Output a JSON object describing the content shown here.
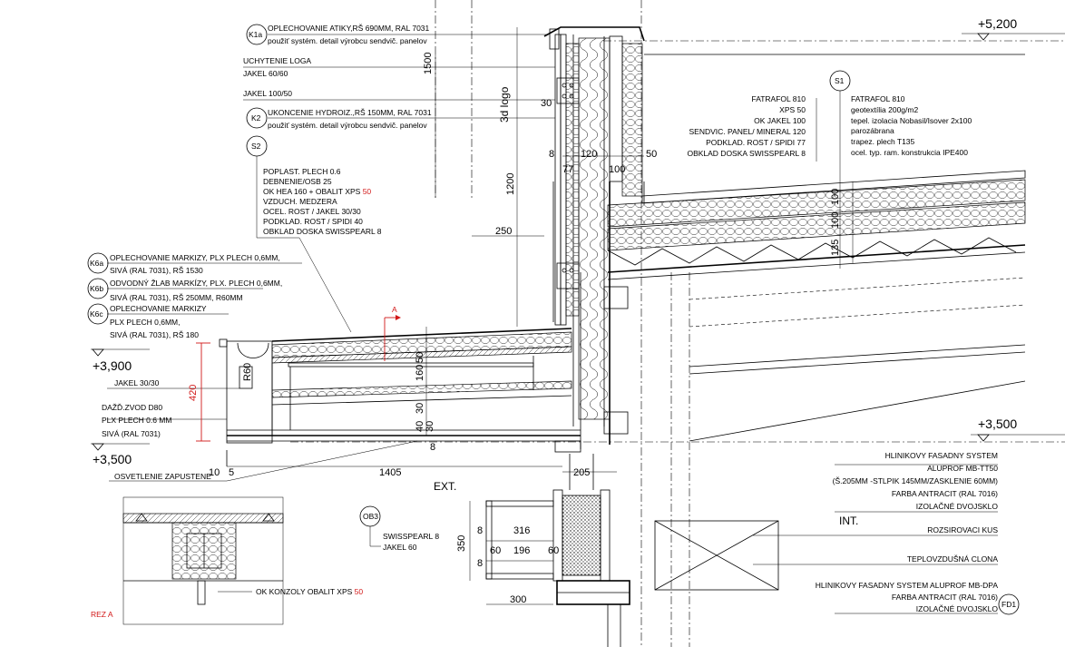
{
  "elevations": {
    "top": "+5,200",
    "mid_right": "+3,500",
    "left_upper": "+3,900",
    "left_lower": "+3,500"
  },
  "tags": {
    "k1a": "K1a",
    "k2": "K2",
    "s2": "S2",
    "s1": "S1",
    "k6a": "K6a",
    "k6b": "K6b",
    "k6c": "K6c",
    "ob3": "OB3",
    "fd1": "FD1"
  },
  "callouts": {
    "k1a_line1": "OPLECHOVANIE ATIKY,RŠ 690MM, RAL 7031",
    "k1a_line2": "použiť systém. detail výrobcu sendvič. panelov",
    "logo_mount": "UCHYTENIE LOGA",
    "logo_jakel": "JAKEL 60/60",
    "jakel_100_50": "JAKEL 100/50",
    "k2_line1": "UKONCENIE HYDROIZ.,RŠ 150MM, RAL 7031",
    "k2_line2": "použiť systém. detail výrobcu sendvič. panelov",
    "logo_3d": "3d logo",
    "s2_layers": [
      "POPLAST. PLECH 0.6",
      "DEBNENIE/OSB 25",
      "VZDUCH. MEDZERA",
      "OCEL. ROST / JAKEL 30/30",
      "PODKLAD. ROST / SPIDI 40",
      "OBKLAD DOSKA SWISSPEARL 8"
    ],
    "s2_hea_prefix": "OK HEA 160 + OBALIT XPS ",
    "s2_hea_red": "50",
    "wall_layers": [
      "FATRAFOL 810",
      "XPS 50",
      "OK JAKEL 100",
      "SENDVIC. PANEL/ MINERAL 120",
      "PODKLAD. ROST / SPIDI 77",
      "OBKLAD DOSKA SWISSPEARL 8"
    ],
    "s1_layers": [
      "FATRAFOL 810",
      "geotextília 200g/m2",
      "tepel. izolacia Nobasil/Isover 2x100",
      "parozábrana",
      "trapez. plech T135",
      "ocel. typ. ram. konstrukcia IPE400"
    ],
    "k6a_line1": "OPLECHOVANIE MARKIZY, PLX PLECH 0,6MM,",
    "k6a_line2": "SIVÁ (RAL 7031), RŠ 1530",
    "k6b_line1": "ODVODNÝ ŽLAB MARKÍZY, PLX. PLECH 0,6MM,",
    "k6b_line2": "SIVÁ (RAL 7031), RŠ 250MM, R60MM",
    "k6c_line1": "OPLECHOVANIE MARKIZY",
    "k6c_line2": "PLX PLECH 0,6MM,",
    "k6c_line3": "SIVÁ (RAL 7031), RŠ 180",
    "jakel_30_30": "JAKEL 30/30",
    "downpipe_1": "DAŽĎ.ZVOD D80",
    "downpipe_2": "PLX PLECH 0.6 MM",
    "downpipe_3": "SIVÁ (RAL 7031)",
    "lighting": "OSVETLENIE ZAPUSTENE",
    "ext": "EXT.",
    "int": "INT.",
    "ob3_line1": "SWISSPEARL 8",
    "ob3_line2": "JAKEL 60",
    "facade1_line1": "HLINIKOVY FASADNY SYSTEM",
    "facade1_line2": "ALUPROF MB-TT50",
    "facade1_line3": "(Š.205MM -STLPIK 145MM/ZASKLENIE 60MM)",
    "facade1_line4": "FARBA ANTRACIT (RAL 7016)",
    "facade1_line5": "IZOLAČNÉ DVOJSKLO",
    "expansion": "ROZSIROVACI KUS",
    "air_curtain": "TEPLOVZDUŠNÁ CLONA",
    "facade2_line1": "HLINIKOVY FASADNY SYSTEM ALUPROF MB-DPA",
    "facade2_line2": "FARBA ANTRACIT (RAL 7016)",
    "facade2_line3": "IZOLAČNÉ DVOJSKLO",
    "console_prefix": "OK KONZOLY OBALIT XPS ",
    "console_red": "50",
    "section_mark": "A",
    "section_label": "REZ A"
  },
  "dimensions": {
    "d1500": "1500",
    "d30": "30",
    "d8a": "8",
    "d77": "77",
    "d120": "120",
    "d100a": "100",
    "d50": "50",
    "d1200": "1200",
    "d250": "250",
    "d100b": "100",
    "d100c": "100",
    "d135": "135",
    "d420": "420",
    "d60r": "R60",
    "d160": "160",
    "d50b": "50",
    "d30b": "30",
    "d40": "40",
    "d30c": "30",
    "d8b": "8",
    "d10": "10",
    "d5": "5",
    "d1405": "1405",
    "d205": "205",
    "d8c": "8",
    "d316": "316",
    "d350": "350",
    "d60a": "60",
    "d196": "196",
    "d60b": "60",
    "d8d": "8",
    "d300": "300"
  },
  "colors": {
    "line": "#000000",
    "annotation_red": "#d21818"
  }
}
